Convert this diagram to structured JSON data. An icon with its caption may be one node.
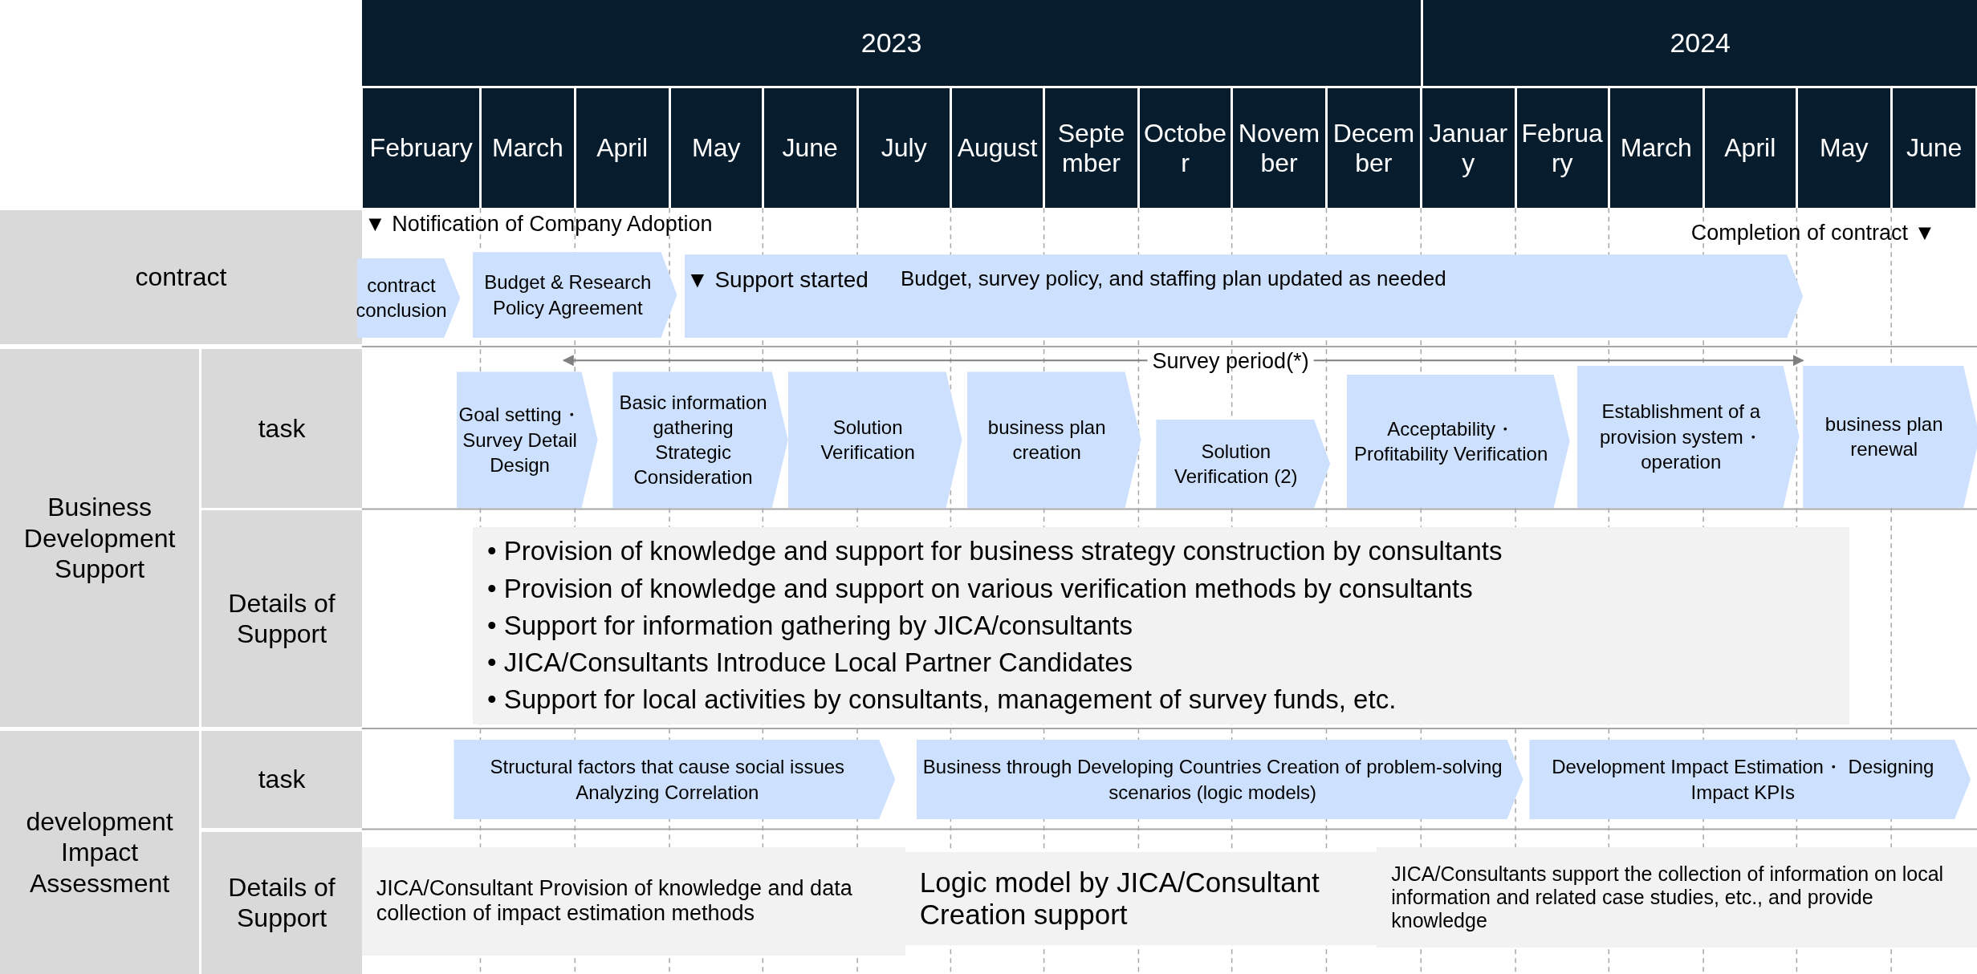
{
  "diagram": {
    "nodes": [
      {
        "text": [
          "2023"
        ]
      },
      {
        "text": [
          "2024"
        ]
      },
      {
        "text": [
          "February"
        ]
      },
      {
        "text": [
          "March"
        ]
      },
      {
        "text": [
          "April"
        ]
      },
      {
        "text": [
          "May"
        ]
      },
      {
        "text": [
          "June"
        ]
      },
      {
        "text": [
          "July"
        ]
      },
      {
        "text": [
          "August"
        ]
      },
      {
        "text": [
          "September"
        ]
      },
      {
        "text": [
          "October"
        ]
      },
      {
        "text": [
          "November"
        ]
      },
      {
        "text": [
          "December"
        ]
      },
      {
        "text": [
          "January"
        ]
      },
      {
        "text": [
          "February"
        ]
      },
      {
        "text": [
          "March"
        ]
      },
      {
        "text": [
          "April"
        ]
      },
      {
        "text": [
          "May"
        ]
      },
      {
        "text": [
          "June"
        ]
      },
      {
        "text": [
          "contract"
        ]
      },
      {
        "text": [
          "contract conclusion"
        ]
      },
      {
        "text": [
          "Budget & Research Policy Agreement"
        ]
      },
      {
        "text": [
          "▼ Support started",
          "Budget, survey policy, and staffing plan updated as needed"
        ]
      },
      {
        "text": [
          "Business Development Support"
        ]
      },
      {
        "text": [
          "task"
        ]
      },
      {
        "text": [
          "Goal setting・ Survey Detail Design"
        ]
      },
      {
        "text": [
          "Basic information gathering Strategic Consideration"
        ]
      },
      {
        "text": [
          "Solution Verification"
        ]
      },
      {
        "text": [
          "business plan creation"
        ]
      },
      {
        "text": [
          "Solution Verification (2)"
        ]
      },
      {
        "text": [
          "Acceptability・ Profitability Verification"
        ]
      },
      {
        "text": [
          "Establishment of a provision system・ operation"
        ]
      },
      {
        "text": [
          "business plan renewal"
        ]
      },
      {
        "text": [
          "Details of Support"
        ]
      },
      {
        "text": [
          "• Provision of knowledge and support for business strategy construction by consultants",
          "• Provision of knowledge and support on various verification methods by consultants",
          "• Support for information gathering by JICA/consultants",
          "• JICA/Consultants Introduce Local Partner Candidates",
          "• Support for local activities by consultants, management of survey funds, etc."
        ]
      },
      {
        "text": [
          "development Impact Assessment"
        ]
      },
      {
        "text": [
          "task"
        ]
      },
      {
        "text": [
          "Structural factors that cause social issues Analyzing Correlation"
        ]
      },
      {
        "text": [
          "Business through Developing Countries Creation of problem-solving scenarios (logic models)"
        ]
      },
      {
        "text": [
          "Development Impact Estimation・ Designing Impact KPIs"
        ]
      },
      {
        "text": [
          "Details of Support"
        ]
      },
      {
        "text": [
          "JICA/Consultant Provision of knowledge and data collection of impact estimation methods"
        ]
      },
      {
        "text": [
          "Logic model by JICA/Consultant Creation support"
        ]
      },
      {
        "text": [
          "JICA/Consultants support the collection of information on local information and related case studies, etc., and provide knowledge"
        ]
      },
      {
        "text": [
          "Survey period(*)"
        ]
      }
    ],
    "edges": [
      {
        "from": 44,
        "to": 21,
        "arrow": "to"
      },
      {
        "from": 44,
        "to": 32,
        "arrow": "to"
      }
    ],
    "labels": [
      "▼ Notification of Company Adoption",
      "Completion of contract ▼"
    ]
  }
}
